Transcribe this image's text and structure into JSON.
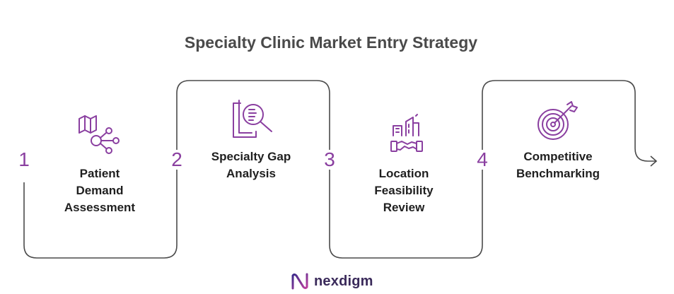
{
  "title": "Specialty Clinic Market Entry Strategy",
  "accent_color": "#8a3fa0",
  "line_color": "#4a4a4a",
  "steps": [
    {
      "number": "1",
      "lines": [
        "Patient",
        "Demand",
        "Assessment"
      ],
      "icon": "map-network-icon"
    },
    {
      "number": "2",
      "lines": [
        "Specialty Gap",
        "Analysis"
      ],
      "icon": "document-search-icon"
    },
    {
      "number": "3",
      "lines": [
        "Location",
        "Feasibility",
        "Review"
      ],
      "icon": "buildings-handshake-icon"
    },
    {
      "number": "4",
      "lines": [
        "Competitive",
        "Benchmarking"
      ],
      "icon": "target-arrow-icon"
    }
  ],
  "brand": {
    "name": "nexdigm",
    "icon": "nexdigm-logo-icon"
  }
}
